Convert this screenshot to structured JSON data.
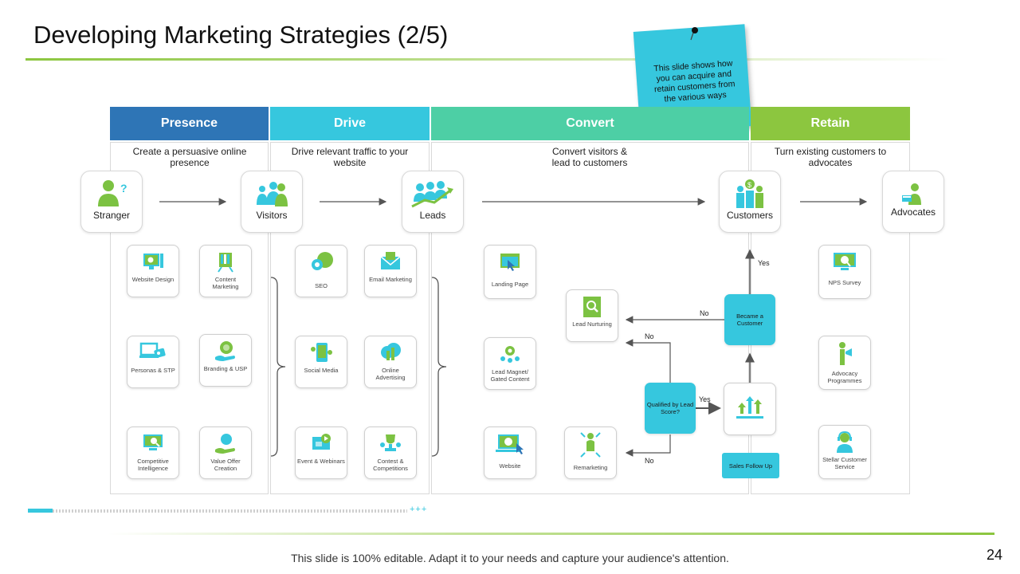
{
  "slide": {
    "title": "Developing Marketing Strategies (2/5)",
    "footer": "This slide is 100% editable. Adapt it to your needs and capture your audience's attention.",
    "page_number": "24",
    "progress_marker": "+++"
  },
  "note": {
    "text": "This slide shows how you can acquire and retain customers from the various ways"
  },
  "colors": {
    "presence": "#2e75b6",
    "drive": "#36c7de",
    "convert": "#4dcfa5",
    "retain": "#8cc63f",
    "decision": "#36c7de",
    "icon_green": "#7cc242",
    "icon_cyan": "#36c7de"
  },
  "columns": [
    {
      "label": "Presence",
      "subtitle": "Create a persuasive online presence"
    },
    {
      "label": "Drive",
      "subtitle": "Drive relevant traffic to your website"
    },
    {
      "label": "Convert",
      "subtitle": "Convert visitors & lead to customers"
    },
    {
      "label": "Retain",
      "subtitle": "Turn existing customers to advocates"
    }
  ],
  "stages": [
    {
      "label": "Stranger",
      "icon": "person-question-icon"
    },
    {
      "label": "Visitors",
      "icon": "group-icon"
    },
    {
      "label": "Leads",
      "icon": "growth-group-icon"
    },
    {
      "label": "Customers",
      "icon": "customers-money-icon"
    },
    {
      "label": "Advocates",
      "icon": "advocate-icon"
    }
  ],
  "tiles": {
    "presence": [
      {
        "label": "Website Design",
        "icon": "website-design-icon"
      },
      {
        "label": "Content Marketing",
        "icon": "content-marketing-icon"
      },
      {
        "label": "Personas & STP",
        "icon": "personas-icon"
      },
      {
        "label": "Branding & USP",
        "icon": "branding-icon"
      },
      {
        "label": "Competitive Intelligence",
        "icon": "competitive-intelligence-icon"
      },
      {
        "label": "Value Offer Creation",
        "icon": "value-offer-icon"
      }
    ],
    "drive": [
      {
        "label": "SEO",
        "icon": "seo-icon"
      },
      {
        "label": "Email Marketing",
        "icon": "email-icon"
      },
      {
        "label": "Social Media",
        "icon": "social-media-icon"
      },
      {
        "label": "Online Advertising",
        "icon": "online-advertising-icon"
      },
      {
        "label": "Event & Webinars",
        "icon": "webinar-icon"
      },
      {
        "label": "Contest & Competitions",
        "icon": "trophy-icon"
      }
    ],
    "convert": [
      {
        "label": "Landing Page",
        "icon": "landing-page-icon"
      },
      {
        "label": "Lead Magnet/ Gated Content",
        "icon": "lead-magnet-icon"
      },
      {
        "label": "Website",
        "icon": "website-icon"
      },
      {
        "label": "Lead Nurturing",
        "icon": "lead-nurturing-icon"
      },
      {
        "label": "Remarketing",
        "icon": "remarketing-icon"
      }
    ],
    "retain": [
      {
        "label": "NPS Survey",
        "icon": "survey-icon"
      },
      {
        "label": "Advocacy Programmes",
        "icon": "megaphone-icon"
      },
      {
        "label": "Stellar Customer Service",
        "icon": "customer-service-icon"
      }
    ]
  },
  "flow": {
    "qualified": "Qualified by Lead Score?",
    "became_customer": "Became a Customer",
    "sales_follow_up": "Sales Follow Up",
    "yes": "Yes",
    "no": "No"
  }
}
